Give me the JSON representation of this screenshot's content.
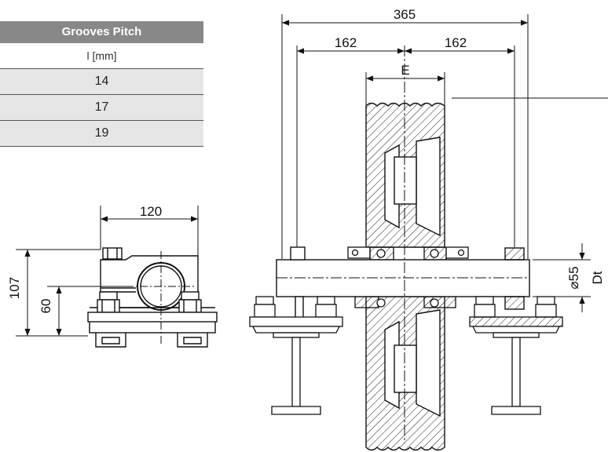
{
  "table": {
    "header": "Grooves Pitch",
    "unit": "l [mm]",
    "rows": [
      "14",
      "17",
      "19"
    ]
  },
  "side_view": {
    "width": "120",
    "height_total": "107",
    "height_axis": "60"
  },
  "front_view": {
    "total_span": "365",
    "half_span_left": "162",
    "half_span_right": "162",
    "groove_width": "E",
    "shaft_diameter": "⌀55",
    "pitch_diameter": "Dt"
  }
}
